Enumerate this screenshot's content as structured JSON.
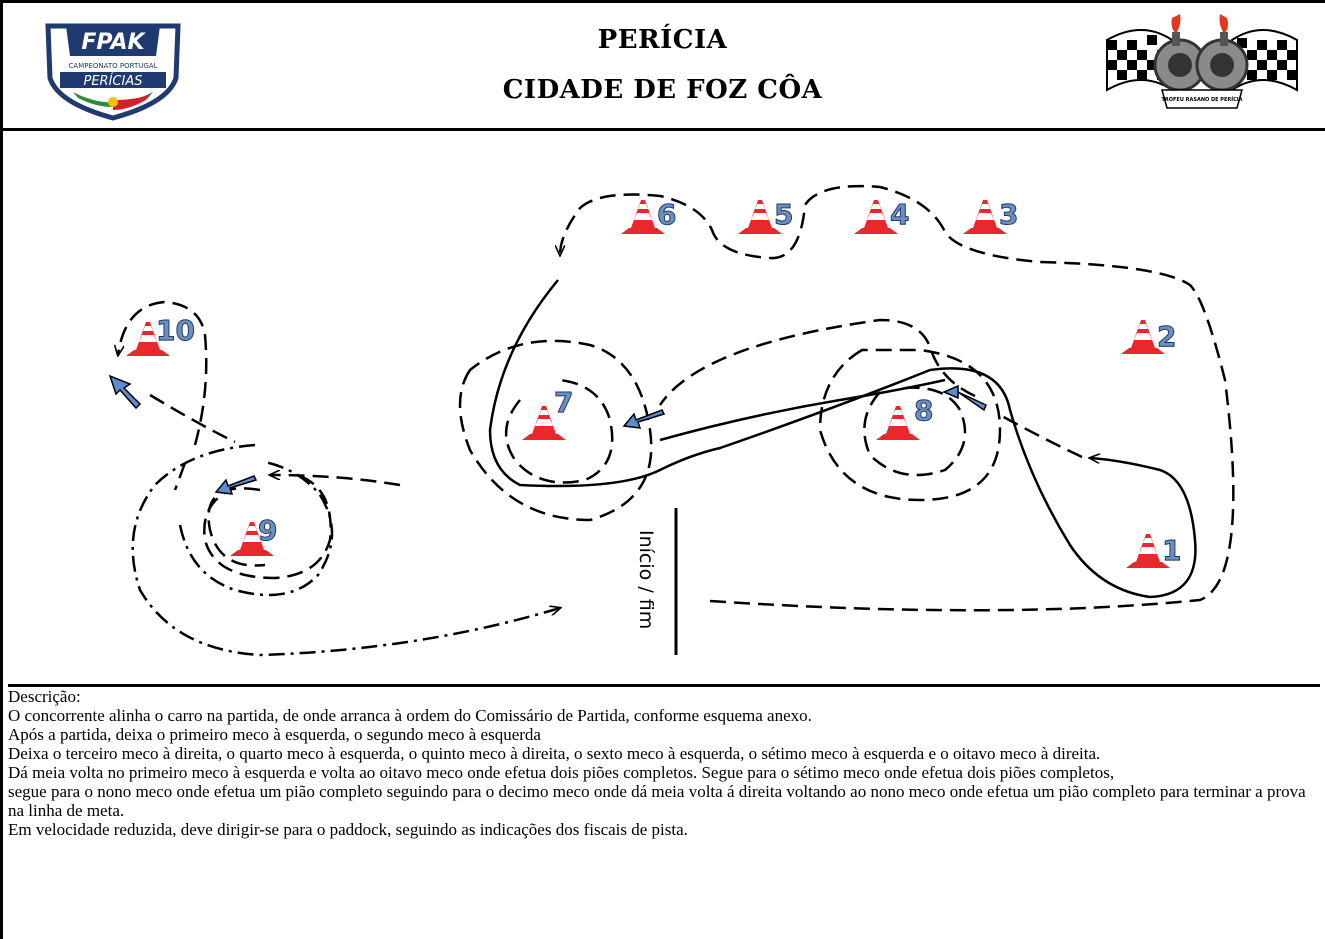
{
  "header": {
    "title": "PERÍCIA",
    "subtitle": "CIDADE DE FOZ CÔA",
    "left_logo": {
      "name": "FPAK",
      "line1": "CAMPEONATO PORTUGAL",
      "line2": "PERÍCIAS"
    },
    "right_logo": {
      "text": "TROFEU RASANO DE PERÍCIA"
    }
  },
  "diagram": {
    "cones": [
      {
        "label": "1"
      },
      {
        "label": "2"
      },
      {
        "label": "3"
      },
      {
        "label": "4"
      },
      {
        "label": "5"
      },
      {
        "label": "6"
      },
      {
        "label": "7"
      },
      {
        "label": "8"
      },
      {
        "label": "9"
      },
      {
        "label": "10"
      }
    ],
    "start_finish_label": "Início / fim",
    "colors": {
      "cone": "#e8282a",
      "label": "#6d8fc0",
      "arrow": "#5b8dd0"
    }
  },
  "description": {
    "heading": "Descrição:",
    "lines": [
      "O concorrente alinha o carro na partida, de onde arranca à ordem do Comissário de Partida, conforme esquema anexo.",
      "Após a partida, deixa o primeiro meco à esquerda, o segundo meco à esquerda",
      "Deixa o terceiro meco à direita, o quarto meco à esquerda, o quinto meco à direita, o sexto meco à esquerda, o sétimo meco à esquerda e o oitavo meco à direita.",
      "Dá meia volta no primeiro meco à esquerda e volta ao oitavo meco onde efetua dois piões completos. Segue para o sétimo meco onde efetua dois piões completos,",
      "segue para o nono meco onde efetua um pião completo seguindo para o decimo meco onde dá meia volta á direita voltando ao nono meco onde efetua um pião completo para terminar a prova  na linha de meta.",
      "Em velocidade reduzida, deve dirigir-se para o paddock, seguindo as indicações dos fiscais de pista."
    ]
  }
}
